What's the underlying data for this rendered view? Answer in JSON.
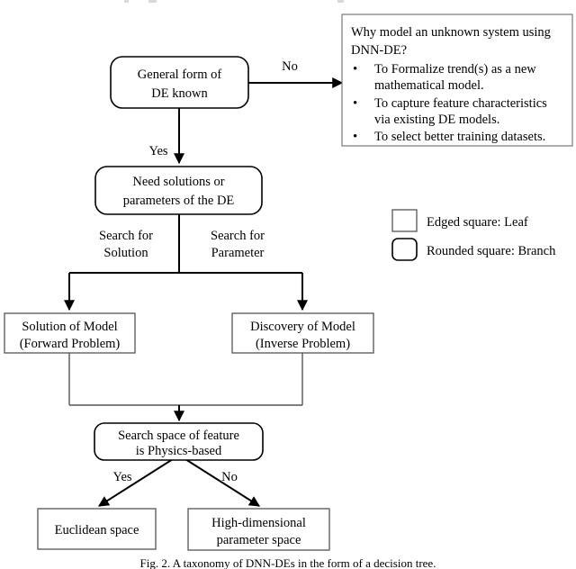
{
  "figure": {
    "caption": "Fig. 2. A taxonomy of DNN-DEs in the form of a decision tree."
  },
  "nodes": {
    "root": {
      "type": "branch",
      "line1": "General form of",
      "line2": "DE known"
    },
    "need_solutions": {
      "type": "branch",
      "line1": "Need solutions or",
      "line2": "parameters of the DE"
    },
    "solution_of_model": {
      "type": "leaf",
      "line1": "Solution of Model",
      "line2": "(Forward Problem)"
    },
    "discovery_of_model": {
      "type": "leaf",
      "line1": "Discovery of Model",
      "line2": "(Inverse Problem)"
    },
    "search_space": {
      "type": "branch",
      "line1": "Search space of feature",
      "line2": "is Physics-based"
    },
    "euclidean_space": {
      "type": "leaf",
      "line1": "Euclidean space",
      "line2": ""
    },
    "high_dimensional": {
      "type": "leaf",
      "line1": "High-dimensional",
      "line2": "parameter space"
    }
  },
  "edge_labels": {
    "root_no": "No",
    "root_yes": "Yes",
    "search_solution_line1": "Search for",
    "search_solution_line2": "Solution",
    "search_parameter_line1": "Search for",
    "search_parameter_line2": "Parameter",
    "physics_yes": "Yes",
    "physics_no": "No"
  },
  "callout": {
    "heading_line1": "Why model an unknown system using",
    "heading_line2": "DNN-DE?",
    "bullet_glyph": "•",
    "bullets": [
      {
        "line1": "To Formalize trend(s) as a new",
        "line2": "mathematical model."
      },
      {
        "line1": "To capture feature characteristics",
        "line2": "via existing DE models."
      },
      {
        "line1": "To select better training datasets.",
        "line2": ""
      }
    ]
  },
  "legend": {
    "items": [
      {
        "shape": "edged-square",
        "label": "Edged square: Leaf"
      },
      {
        "shape": "rounded-square",
        "label": "Rounded square: Branch"
      }
    ]
  },
  "colors": {
    "background": "#ffffff",
    "stroke_branch": "#000000",
    "stroke_leaf": "#555555",
    "stroke_callout": "#777777",
    "text": "#000000"
  }
}
